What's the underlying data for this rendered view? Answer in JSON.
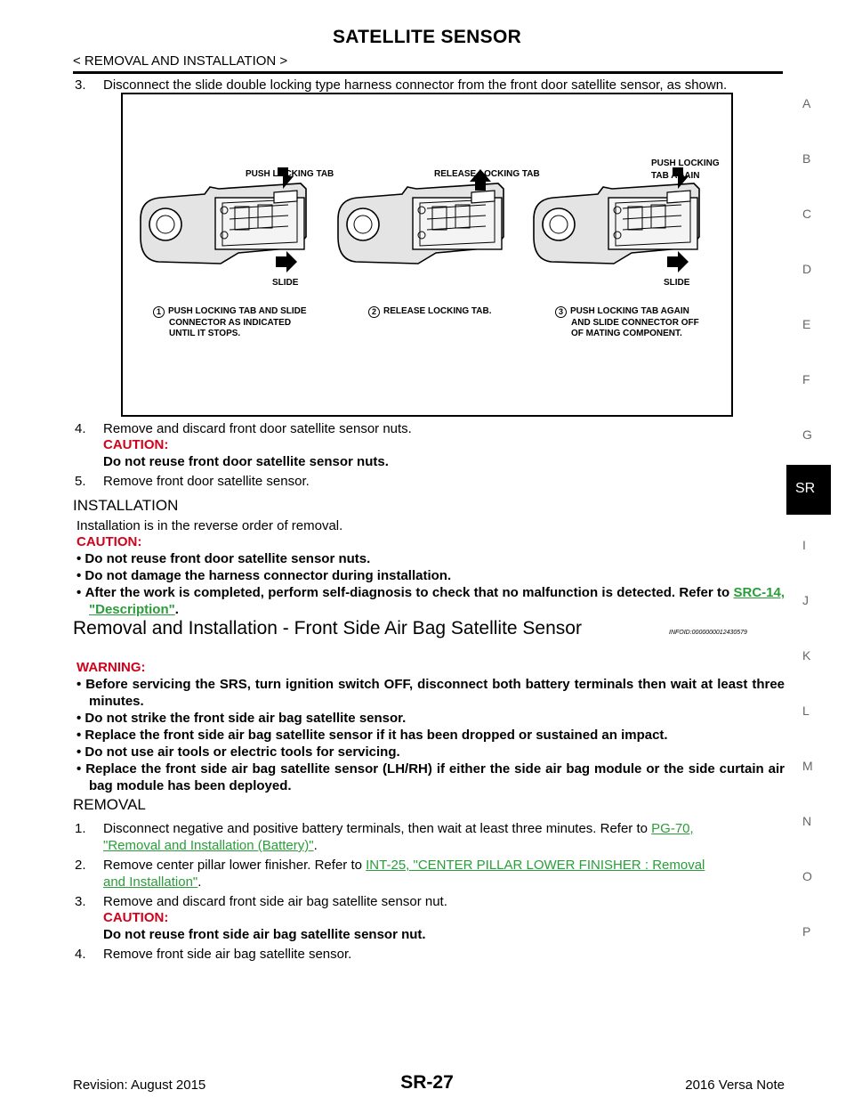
{
  "header": {
    "title": "SATELLITE SENSOR",
    "section": "< REMOVAL AND INSTALLATION >"
  },
  "side_index": {
    "letters": [
      "A",
      "B",
      "C",
      "D",
      "E",
      "F",
      "G",
      "I",
      "J",
      "K",
      "L",
      "M",
      "N",
      "O",
      "P"
    ],
    "active_tab": "SR"
  },
  "steps_top": {
    "step3_num": "3.",
    "step3_text": "Disconnect the slide double locking type harness connector from the front door satellite sensor, as shown.",
    "step4_num": "4.",
    "step4_text": "Remove and discard front door satellite sensor nuts.",
    "step4_caution_label": "CAUTION:",
    "step4_caution_text": "Do not reuse front door satellite sensor nuts.",
    "step5_num": "5.",
    "step5_text": "Remove front door satellite sensor."
  },
  "figure": {
    "label_push": "PUSH LOCKING TAB",
    "label_release": "RELEASE LOCKING TAB",
    "label_push_again_1": "PUSH LOCKING",
    "label_push_again_2": "TAB AGAIN",
    "slide_1": "SLIDE",
    "slide_3": "SLIDE",
    "callout1_num": "1",
    "callout1_l1": "PUSH LOCKING TAB AND SLIDE",
    "callout1_l2": "CONNECTOR AS INDICATED",
    "callout1_l3": "UNTIL IT STOPS.",
    "callout2_num": "2",
    "callout2_l1": "RELEASE LOCKING TAB.",
    "callout3_num": "3",
    "callout3_l1": "PUSH LOCKING TAB AGAIN",
    "callout3_l2": "AND SLIDE CONNECTOR OFF",
    "callout3_l3": "OF MATING COMPONENT."
  },
  "installation": {
    "heading": "INSTALLATION",
    "intro": "Installation is in the reverse order of removal.",
    "caution_label": "CAUTION:",
    "bullet1": "Do not reuse front door satellite sensor nuts.",
    "bullet2": "Do not damage the harness connector during installation.",
    "bullet3": "After the work is completed, perform self-diagnosis to check that no malfunction is detected. Refer to",
    "bullet3_link": "SRC-14, \"Description\"",
    "bullet3_end": "."
  },
  "front_side": {
    "heading": "Removal and Installation - Front Side Air Bag Satellite Sensor",
    "infoid": "INFOID:0000000012430579",
    "warning_label": "WARNING:",
    "w1": "Before servicing the SRS, turn ignition switch OFF, disconnect both battery terminals then wait at least three minutes.",
    "w2": "Do not strike the front side air bag satellite sensor.",
    "w3": "Replace the front side air bag satellite sensor if it has been dropped or sustained an impact.",
    "w4": "Do not use air tools or electric tools for servicing.",
    "w5": "Replace the front side air bag satellite sensor (LH/RH) if either the side air bag module or the side curtain air bag module has been deployed."
  },
  "removal": {
    "heading": "REMOVAL",
    "s1_num": "1.",
    "s1_text": "Disconnect negative and positive battery terminals, then wait at least three minutes. Refer to",
    "s1_link_a": "PG-70,",
    "s1_link_b": "\"Removal and Installation (Battery)\"",
    "s1_end": ".",
    "s2_num": "2.",
    "s2_text": "Remove center pillar lower finisher. Refer to",
    "s2_link_a": "INT-25, \"CENTER PILLAR LOWER FINISHER : Removal",
    "s2_link_b": "and Installation\"",
    "s2_end": ".",
    "s3_num": "3.",
    "s3_text": "Remove and discard front side air bag satellite sensor nut.",
    "s3_caution_label": "CAUTION:",
    "s3_caution_text": "Do not reuse front side air bag satellite sensor nut.",
    "s4_num": "4.",
    "s4_text": "Remove front side air bag satellite sensor."
  },
  "footer": {
    "revision": "Revision: August 2015",
    "page": "SR-27",
    "model": "2016 Versa Note"
  }
}
